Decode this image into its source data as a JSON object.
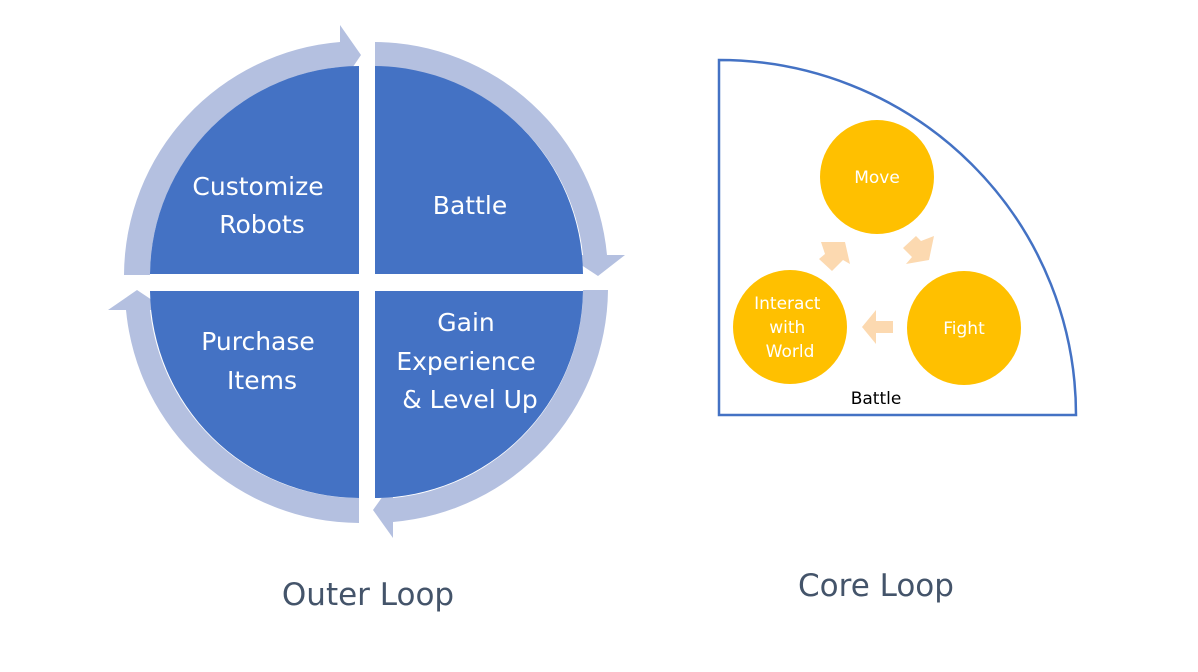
{
  "outer_loop": {
    "caption": "Outer Loop",
    "quadrants": {
      "top_left": [
        "Customize",
        "Robots"
      ],
      "top_right": [
        "Battle"
      ],
      "bottom_left": [
        "Purchase",
        "Items"
      ],
      "bottom_right": [
        "Gain",
        "Experience",
        "& Level Up"
      ]
    }
  },
  "core_loop": {
    "caption": "Core Loop",
    "region_label": "Battle",
    "nodes": {
      "move": [
        "Move"
      ],
      "fight": [
        "Fight"
      ],
      "interact": [
        "Interact",
        "with",
        "World"
      ]
    }
  },
  "colors": {
    "quadrant_fill": "#4472c4",
    "outer_arrow": "#b4c0e0",
    "node_fill": "#ffc000",
    "core_arrow": "#fcd9b0",
    "region_stroke": "#4472c4",
    "caption_text": "#44546a"
  }
}
